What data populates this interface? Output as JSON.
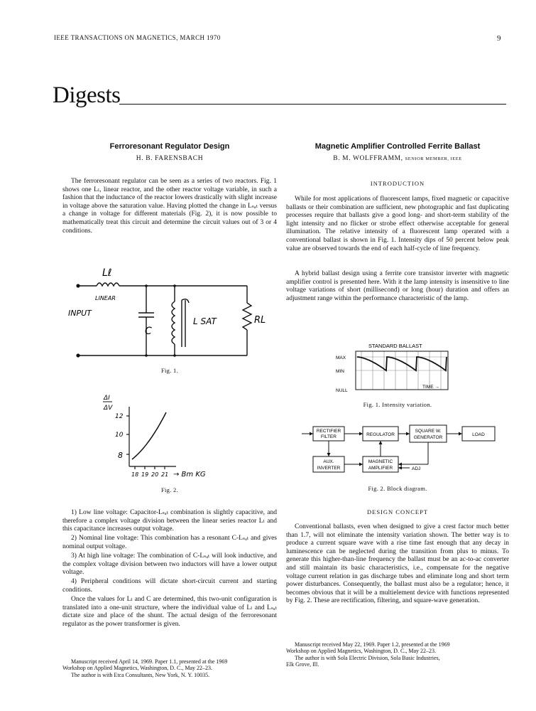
{
  "header": {
    "running_head": "IEEE TRANSACTIONS ON MAGNETICS, MARCH 1970",
    "page_number": "9"
  },
  "section_title": "Digests",
  "left_article": {
    "title": "Ferroresonant Regulator Design",
    "author": "H. B. FARENSBACH",
    "intro": "The ferroresonant regulator can be seen as a series of two reactors. Fig. 1 shows one Lₗ, linear reactor, and the other reactor voltage variable, in such a fashion that the inductance of the reactor lowers drastically with slight increase in voltage above the saturation value. Having plotted the change in Lₛₐₜ versus a change in voltage for different materials (Fig. 2), it is now possible to mathematically treat this circuit and determine the circuit values out of 3 or 4 conditions.",
    "fig1": {
      "caption": "Fig. 1.",
      "label_ll": "Lℓ",
      "label_linear": "LINEAR",
      "label_input": "INPUT",
      "label_c": "C",
      "label_lsat": "L SAT",
      "label_rl": "RL"
    },
    "fig2": {
      "caption": "Fig. 2.",
      "y_label_top": "ΔI",
      "y_label_bottom": "ΔV",
      "x_axis_label": "→ Bm  KG",
      "y_ticks": [
        "12",
        "10",
        "8"
      ],
      "x_ticks": [
        "18",
        "19",
        "20",
        "21"
      ]
    },
    "conditions": [
      "1) Low line voltage: Capacitor-Lₛₐₜ combination is slightly capacitive, and therefore a complex voltage division between the linear series reactor Lₗ and this capacitance increases output voltage.",
      "2) Nominal line voltage: This combination has a resonant C-Lₛₐₜ and gives nominal output voltage.",
      "3) At high line voltage: The combination of C-Lₛₐₜ will look inductive, and the complex voltage division between two inductors will have a lower output voltage.",
      "4) Peripheral conditions will dictate short-circuit current and starting conditions."
    ],
    "closing": "Once the values for Lₗ and C are determined, this two-unit configuration is translated into a one-unit structure, where the individual value of Lₗ and Lₛₐₜ dictate size and place of the shunt. The actual design of the ferroresonant regulator as the power transformer is given.",
    "footnote": [
      "Manuscript received April 14, 1969. Paper 1.1, presented at the 1969",
      "Workshop on Applied Magnetics, Washington, D. C., May 22–23.",
      "The author is with Etca Consultants, New York, N. Y. 10035."
    ]
  },
  "right_article": {
    "title": "Magnetic Amplifier Controlled Ferrite Ballast",
    "author_name": "B. M. WOLFFRAMM,",
    "author_grade": "SENIOR MEMBER, IEEE",
    "intro_heading": "INTRODUCTION",
    "intro_p1": "While for most applications of fluorescent lamps, fixed magnetic or capacitive ballasts or their combination are sufficient, new photographic and fast duplicating processes require that ballasts give a good long- and short-term stability of the light intensity and no flicker or strobe effect otherwise acceptable for general illumination. The relative intensity of a fluorescent lamp operated with a conventional ballast is shown in Fig. 1. Intensity dips of 50 percent below peak value are observed towards the end of each half-cycle of line frequency.",
    "intro_p2": "A hybrid ballast design using a ferrite core transistor inverter with magnetic amplifier control is presented here. With it the lamp intensity is insensitive to line voltage variations of short (millisecond) or long (hour) duration and offers an adjustment range within the performance characteristic of the lamp.",
    "fig1": {
      "caption": "Fig. 1.  Intensity variation.",
      "title": "STANDARD BALLAST",
      "label_max": "MAX",
      "label_min": "MIN",
      "label_null": "NULL",
      "label_time": "TIME →"
    },
    "fig2": {
      "caption": "Fig. 2.  Block diagram.",
      "blocks": {
        "rectifier": [
          "RECTIFIER",
          "FILTER"
        ],
        "regulator": [
          "REGULATOR"
        ],
        "square": [
          "SQUARE W.",
          "GENERATOR"
        ],
        "load": [
          "LOAD"
        ],
        "aux": [
          "AUX.",
          "INVERTER"
        ],
        "magamp": [
          "MAGNETIC",
          "AMPLIFIER"
        ]
      },
      "adj_label": "ADJ"
    },
    "design_heading": "DESIGN CONCEPT",
    "design_p": "Conventional ballasts, even when designed to give a crest factor much better than 1.7, will not eliminate the intensity variation shown. The better way is to produce a current square wave with a rise time fast enough that any decay in luminescence can be neglected during the transition from plus to minus. To generate this higher-than-line frequency the ballast must be an ac-to-ac converter and still maintain its basic characteristics, i.e., compensate for the negative voltage current relation in gas discharge tubes and eliminate long and short term power disturbances. Consequently, the ballast must also be a regulator; hence, it becomes obvious that it will be a multielement device with functions represented by Fig. 2. These are rectification, filtering, and square-wave generation.",
    "footnote": [
      "Manuscript received May 22, 1969. Paper 1.2, presented at the 1969",
      "Workshop on Applied Magnetics, Washington, D. C., May 22–23.",
      "The author is with Sola Electric Division, Sola Basic Industries,",
      "Elk Grove, Ill."
    ]
  }
}
